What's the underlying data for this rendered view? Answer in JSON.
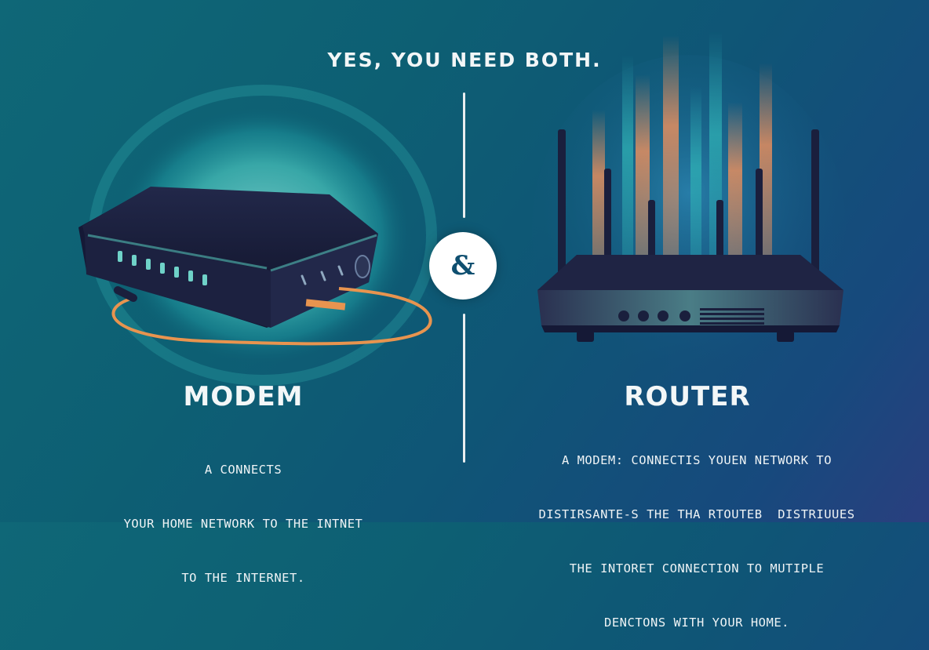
{
  "headline": "YES, YOU NEED BOTH.",
  "ampersand": "&",
  "modem": {
    "title": "MODEM",
    "description_lines": [
      "A CONNECTS",
      "YOUR HOME NETWORK TO THE INTNET",
      "TO THE INTERNET."
    ]
  },
  "router": {
    "title": "ROUTER",
    "description_lines": [
      "A MODEM: CONNECTIS YOUEN NETWORK TO",
      "DISTIRSANTE-S THE THA RTOUTEB  DISTRIUUES",
      "THE INTORET CONNECTION TO MUTIPLE",
      "DENCTONS WITH YOUR HOME."
    ]
  },
  "colors": {
    "background": "#0e5f74",
    "device": "#1a1f3d",
    "cable": "#e8944f",
    "glow_teal": "#3fb3b0",
    "signal_orange": "#f0915c"
  },
  "icons": {
    "modem": "modem-illustration",
    "router": "router-illustration",
    "cable": "ethernet-cable"
  }
}
